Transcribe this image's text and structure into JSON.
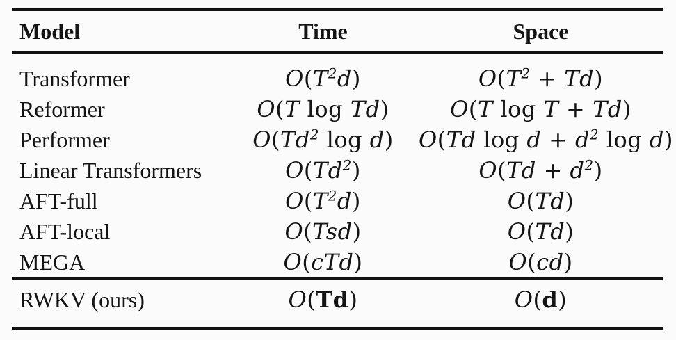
{
  "table": {
    "headers": {
      "model": "Model",
      "time": "Time",
      "space": "Space"
    },
    "rows": [
      {
        "model": "Transformer",
        "time": "O(T^2d)",
        "space": "O(T^2 + Td)"
      },
      {
        "model": "Reformer",
        "time": "O(T log Td)",
        "space": "O(T log T + Td)"
      },
      {
        "model": "Performer",
        "time": "O(Td^2 log d)",
        "space": "O(Td log d + d^2 log d)"
      },
      {
        "model": "Linear Transformers",
        "time": "O(Td^2)",
        "space": "O(Td + d^2)"
      },
      {
        "model": "AFT-full",
        "time": "O(T^2d)",
        "space": "O(Td)"
      },
      {
        "model": "AFT-local",
        "time": "O(Tsd)",
        "space": "O(Td)"
      },
      {
        "model": "MEGA",
        "time": "O(cTd)",
        "space": "O(cd)"
      }
    ],
    "highlight_row": {
      "model": "RWKV (ours)",
      "time": "O(*Td*)",
      "space": "O(*d*)"
    }
  },
  "colors": {
    "text": "#141414",
    "rule": "#121212",
    "background": "#fbfbfb"
  }
}
